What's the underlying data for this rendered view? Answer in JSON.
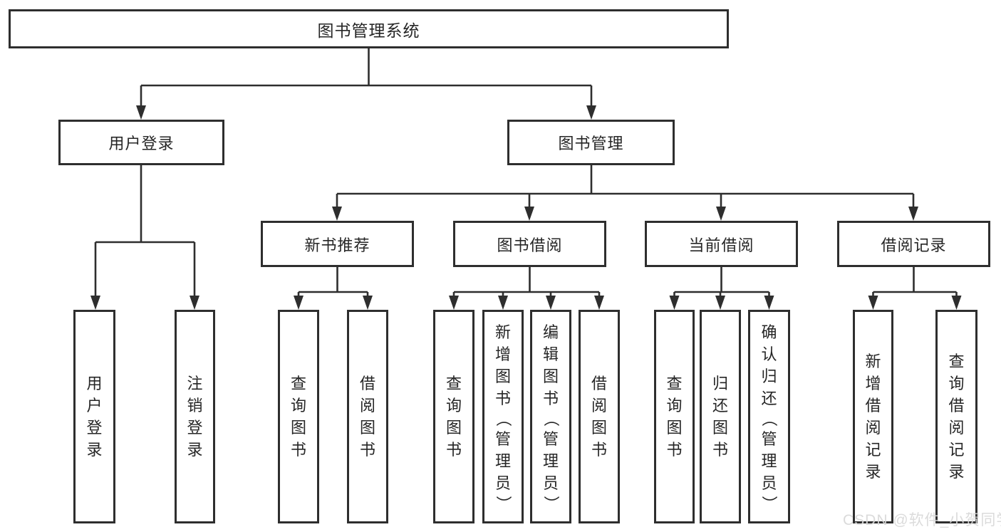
{
  "diagram": {
    "root": "图书管理系统",
    "level1": {
      "user_login": "用户登录",
      "book_management": "图书管理"
    },
    "level2": {
      "new_book_recommend": "新书推荐",
      "book_borrowing": "图书借阅",
      "current_borrowing": "当前借阅",
      "borrowing_records": "借阅记录"
    },
    "leaves": {
      "user_login": [
        "用户登录",
        "注销登录"
      ],
      "new_book_recommend": [
        "查询图书",
        "借阅图书"
      ],
      "book_borrowing": [
        "查询图书",
        "新增图书（管理员）",
        "编辑图书（管理员）",
        "借阅图书"
      ],
      "current_borrowing": [
        "查询图书",
        "归还图书",
        "确认归还（管理员）"
      ],
      "borrowing_records": [
        "新增借阅记录",
        "查询借阅记录"
      ]
    }
  },
  "watermark": {
    "text": "CSDN @软件_小贺同学"
  },
  "colors": {
    "line": "#2e2e2e",
    "box_border": "#2e2e2e",
    "text": "#262626",
    "background": "#ffffff",
    "watermark": "#d9d9d9"
  }
}
